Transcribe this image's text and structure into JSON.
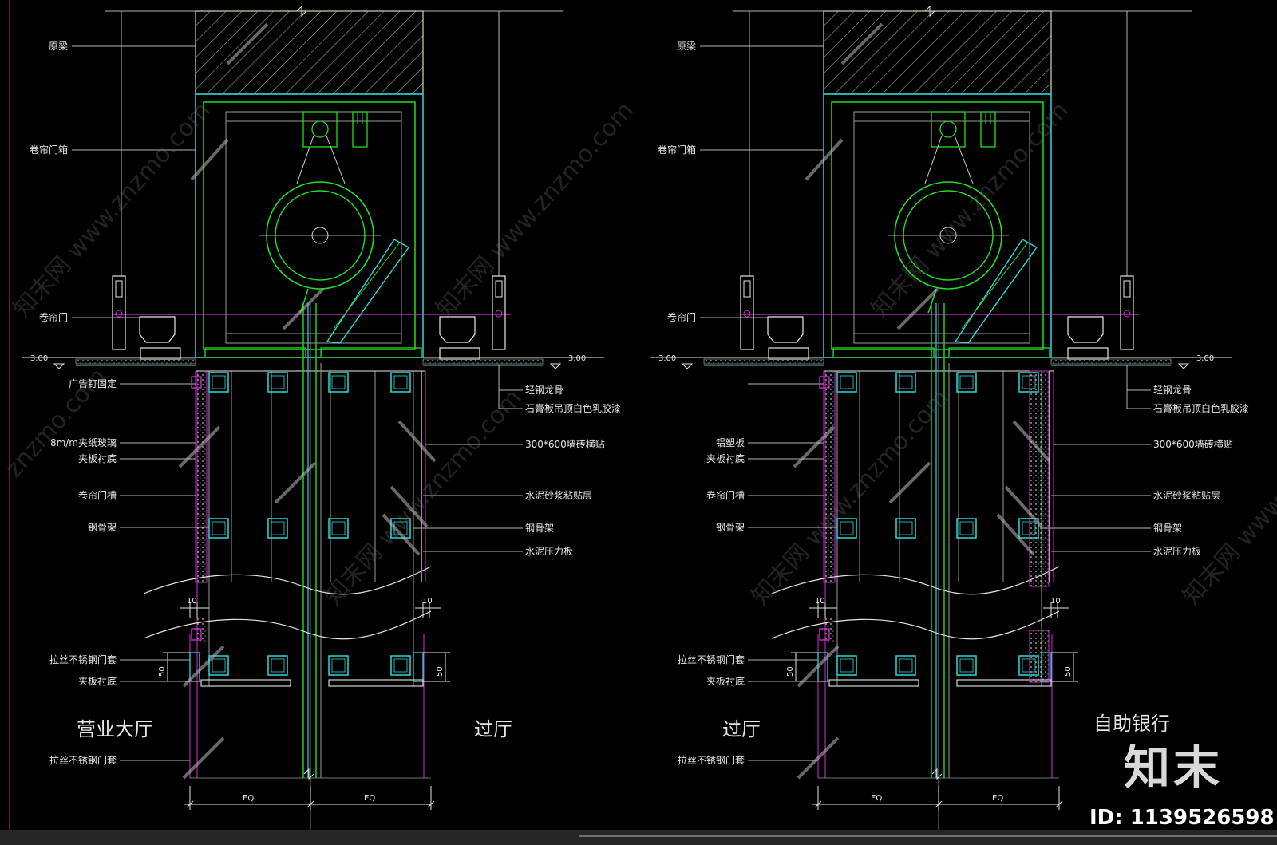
{
  "panels": [
    {
      "id": "left",
      "labels_left": [
        "原梁",
        "卷帘门箱",
        "卷帘门",
        "广告钉固定",
        "8m/m夹纸玻璃",
        "夹板衬底",
        "卷帘门槽",
        "钢骨架",
        "拉丝不锈钢门套",
        "夹板衬底",
        "拉丝不锈钢门套"
      ],
      "labels_right": [
        "轻钢龙骨",
        "石膏板吊顶白色乳胶漆",
        "300*600墙砖横贴",
        "水泥砂浆粘贴层",
        "钢骨架",
        "水泥压力板"
      ],
      "level_left": "3.00",
      "level_right": "3.00",
      "dims": [
        "10",
        "10",
        "50",
        "50",
        "EQ",
        "EQ"
      ],
      "room_left": "营业大厅",
      "room_right": "过厅"
    },
    {
      "id": "right",
      "labels_left": [
        "原梁",
        "卷帘门箱",
        "卷帘门",
        "铝塑板",
        "夹板衬底",
        "卷帘门槽",
        "钢骨架",
        "拉丝不锈钢门套",
        "夹板衬底",
        "拉丝不锈钢门套"
      ],
      "labels_right": [
        "轻钢龙骨",
        "石膏板吊顶白色乳胶漆",
        "300*600墙砖横贴",
        "水泥砂浆粘贴层",
        "钢骨架",
        "水泥压力板"
      ],
      "level_left": "3.00",
      "level_right": "3.00",
      "dims": [
        "10",
        "10",
        "50",
        "50",
        "EQ",
        "EQ"
      ],
      "room_left": "过厅",
      "room_right": "自助银行"
    }
  ],
  "watermark": {
    "logo": "知末",
    "id": "ID: 1139526598",
    "repeat_text": "知末网 www.znzmo.com",
    "short_text": "znzmo.com"
  },
  "colors": {
    "background": "#000000",
    "green": "#22dd22",
    "cyan": "#2fd8d8",
    "magenta": "#d22fd2",
    "white": "#e6e6e6",
    "gray": "#b5b5b5",
    "red": "#d84040"
  }
}
